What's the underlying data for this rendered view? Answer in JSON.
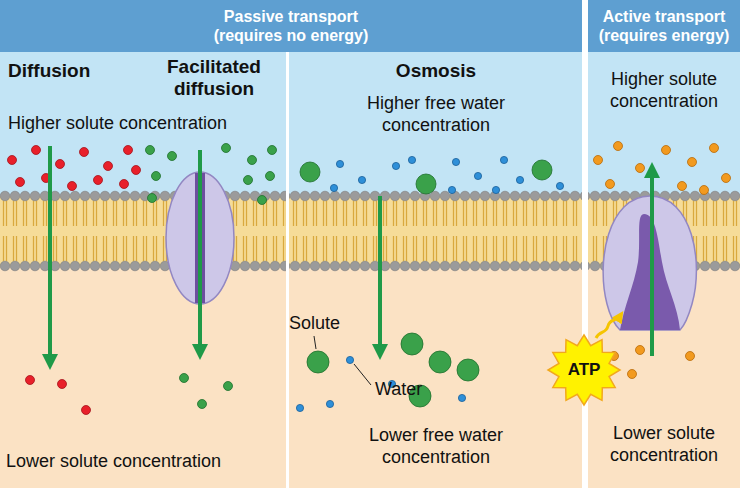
{
  "diagram": {
    "nodes": [
      {
        "text": [
          "Passive transport (requires no energy)"
        ]
      },
      {
        "text": [
          "Active transport (requires energy)"
        ]
      },
      {
        "text": [
          "ATP"
        ]
      }
    ],
    "labels": [
      "Diffusion",
      "Facilitated diffusion",
      "Higher solute concentration",
      "Lower solute concentration",
      "Osmosis",
      "Higher free water concentration",
      "Solute",
      "Water",
      "Lower free water concentration",
      "Higher solute concentration",
      "Lower solute concentration"
    ]
  }
}
